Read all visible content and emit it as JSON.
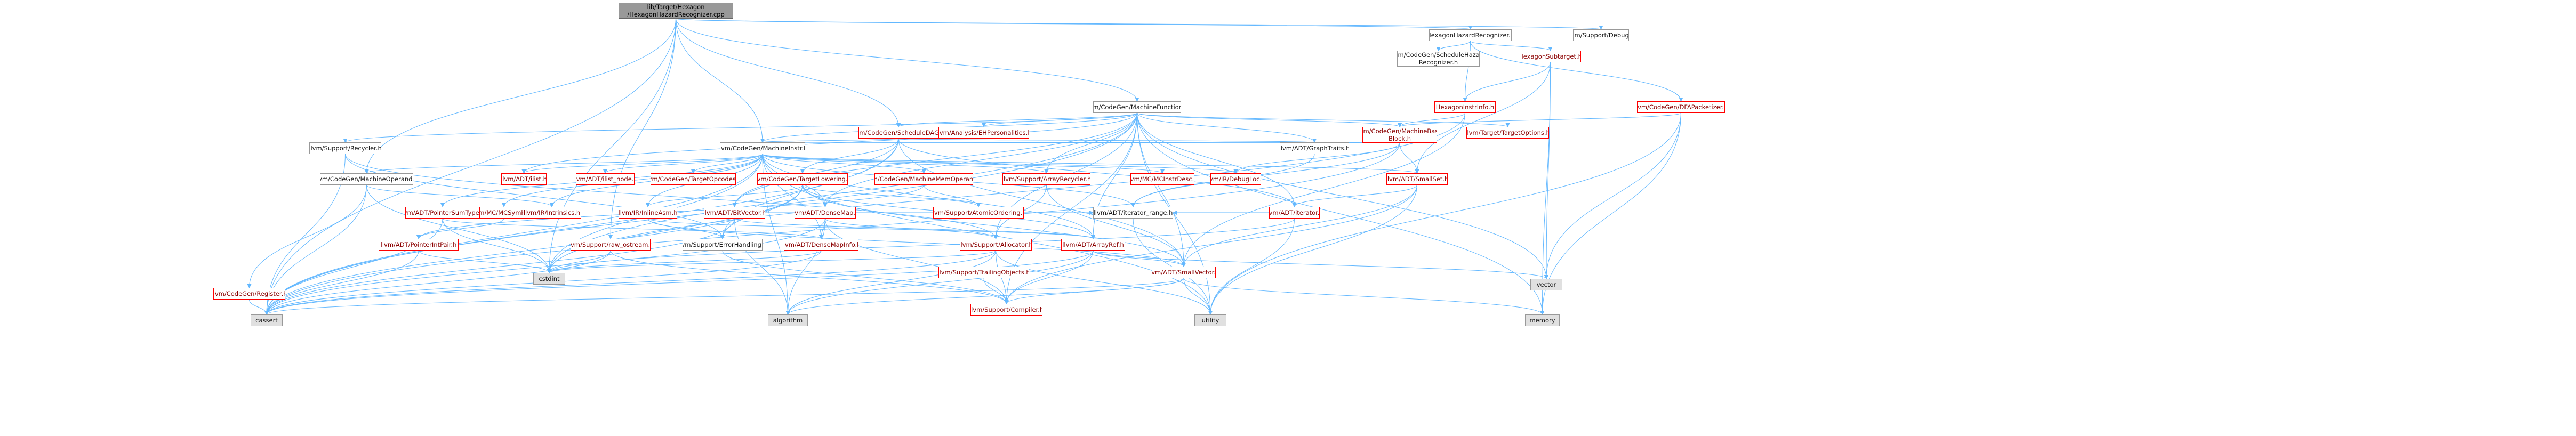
{
  "graph_title": "Include dependency graph",
  "colors": {
    "edge": "#63b8ff",
    "arrow": "#63b8ff",
    "root_fill": "#999999",
    "leaf_fill": "#e0e0e0",
    "red_border": "#ff0000",
    "red_text": "#8b0000"
  },
  "nodes": [
    {
      "id": "root",
      "label": "lib/Target/Hexagon\n/HexagonHazardRecognizer.cpp",
      "style": "root"
    },
    {
      "id": "hhr",
      "label": "HexagonHazardRecognizer.h",
      "style": "gray"
    },
    {
      "id": "dbg",
      "label": "llvm/Support/Debug.h",
      "style": "gray"
    },
    {
      "id": "sched_hr",
      "label": "llvm/CodeGen/ScheduleHazard\nRecognizer.h",
      "style": "gray"
    },
    {
      "id": "subtarget",
      "label": "HexagonSubtarget.h",
      "style": "red"
    },
    {
      "id": "dfa",
      "label": "llvm/CodeGen/DFAPacketizer.h",
      "style": "red"
    },
    {
      "id": "instrinfo",
      "label": "HexagonInstrInfo.h",
      "style": "red"
    },
    {
      "id": "mf",
      "label": "llvm/CodeGen/MachineFunction.h",
      "style": "gray"
    },
    {
      "id": "sdag",
      "label": "llvm/CodeGen/ScheduleDAG.h",
      "style": "red"
    },
    {
      "id": "ehp",
      "label": "llvm/Analysis/EHPersonalities.h",
      "style": "red"
    },
    {
      "id": "mbb",
      "label": "llvm/CodeGen/MachineBasic\nBlock.h",
      "style": "red"
    },
    {
      "id": "tto",
      "label": "llvm/Target/TargetOptions.h",
      "style": "red"
    },
    {
      "id": "recycler",
      "label": "llvm/Support/Recycler.h",
      "style": "gray"
    },
    {
      "id": "mi",
      "label": "llvm/CodeGen/MachineInstr.h",
      "style": "gray"
    },
    {
      "id": "graphtraits",
      "label": "llvm/ADT/GraphTraits.h",
      "style": "gray"
    },
    {
      "id": "mo",
      "label": "llvm/CodeGen/MachineOperand.h",
      "style": "gray"
    },
    {
      "id": "ilist",
      "label": "llvm/ADT/ilist.h",
      "style": "red"
    },
    {
      "id": "ilist_node",
      "label": "llvm/ADT/ilist_node.h",
      "style": "red"
    },
    {
      "id": "tgtopcodes",
      "label": "llvm/CodeGen/TargetOpcodes.h",
      "style": "red"
    },
    {
      "id": "tli",
      "label": "llvm/CodeGen/TargetLowering.h",
      "style": "red"
    },
    {
      "id": "mmo",
      "label": "llvm/CodeGen/MachineMemOperand.h",
      "style": "red"
    },
    {
      "id": "arrayrecycler",
      "label": "llvm/Support/ArrayRecycler.h",
      "style": "red"
    },
    {
      "id": "mcinstrdesc",
      "label": "llvm/MC/MCInstrDesc.h",
      "style": "red"
    },
    {
      "id": "debugloc",
      "label": "llvm/IR/DebugLoc.h",
      "style": "red"
    },
    {
      "id": "smallset",
      "label": "llvm/ADT/SmallSet.h",
      "style": "red"
    },
    {
      "id": "mcsymbol",
      "label": "llvm/MC/MCSymbol.h",
      "style": "red"
    },
    {
      "id": "pst",
      "label": "llvm/ADT/PointerSumType.h",
      "style": "red"
    },
    {
      "id": "intrinsics",
      "label": "llvm/IR/Intrinsics.h",
      "style": "red"
    },
    {
      "id": "inlineasm",
      "label": "llvm/IR/InlineAsm.h",
      "style": "red"
    },
    {
      "id": "bitvector",
      "label": "llvm/ADT/BitVector.h",
      "style": "red"
    },
    {
      "id": "densemap",
      "label": "llvm/ADT/DenseMap.h",
      "style": "red"
    },
    {
      "id": "atomic",
      "label": "llvm/Support/AtomicOrdering.h",
      "style": "red"
    },
    {
      "id": "iterator_range",
      "label": "llvm/ADT/iterator_range.h",
      "style": "gray"
    },
    {
      "id": "iterator",
      "label": "llvm/ADT/iterator.h",
      "style": "red"
    },
    {
      "id": "pip",
      "label": "llvm/ADT/PointerIntPair.h",
      "style": "red"
    },
    {
      "id": "rawos",
      "label": "llvm/Support/raw_ostream.h",
      "style": "red"
    },
    {
      "id": "errh",
      "label": "llvm/Support/ErrorHandling.h",
      "style": "gray"
    },
    {
      "id": "dmi",
      "label": "llvm/ADT/DenseMapInfo.h",
      "style": "red"
    },
    {
      "id": "allocator",
      "label": "llvm/Support/Allocator.h",
      "style": "red"
    },
    {
      "id": "arrayref",
      "label": "llvm/ADT/ArrayRef.h",
      "style": "red"
    },
    {
      "id": "trailing",
      "label": "llvm/Support/TrailingObjects.h",
      "style": "red"
    },
    {
      "id": "smallvector",
      "label": "llvm/ADT/SmallVector.h",
      "style": "red"
    },
    {
      "id": "register",
      "label": "llvm/CodeGen/Register.h",
      "style": "red"
    },
    {
      "id": "compiler",
      "label": "llvm/Support/Compiler.h",
      "style": "red"
    },
    {
      "id": "cstdint",
      "label": "cstdint",
      "style": "leaf"
    },
    {
      "id": "cassert",
      "label": "cassert",
      "style": "leaf"
    },
    {
      "id": "algorithm",
      "label": "algorithm",
      "style": "leaf"
    },
    {
      "id": "utility",
      "label": "utility",
      "style": "leaf"
    },
    {
      "id": "vector",
      "label": "vector",
      "style": "leaf"
    },
    {
      "id": "memory",
      "label": "memory",
      "style": "leaf"
    }
  ]
}
